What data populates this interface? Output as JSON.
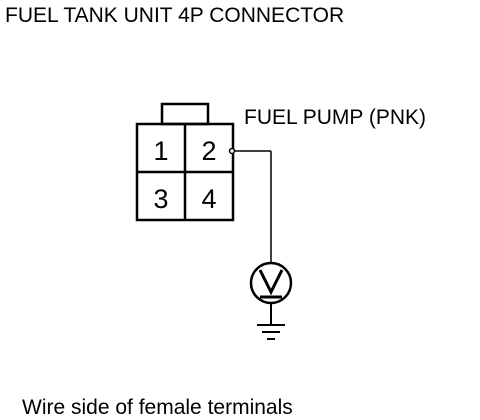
{
  "diagram": {
    "title": "FUEL TANK UNIT 4P CONNECTOR",
    "connector": {
      "pins": [
        "1",
        "2",
        "3",
        "4"
      ]
    },
    "wire_label": "FUEL PUMP (PNK)",
    "meter_icon": "voltmeter-icon",
    "ground_icon": "ground-icon",
    "caption": "Wire side of female terminals"
  }
}
